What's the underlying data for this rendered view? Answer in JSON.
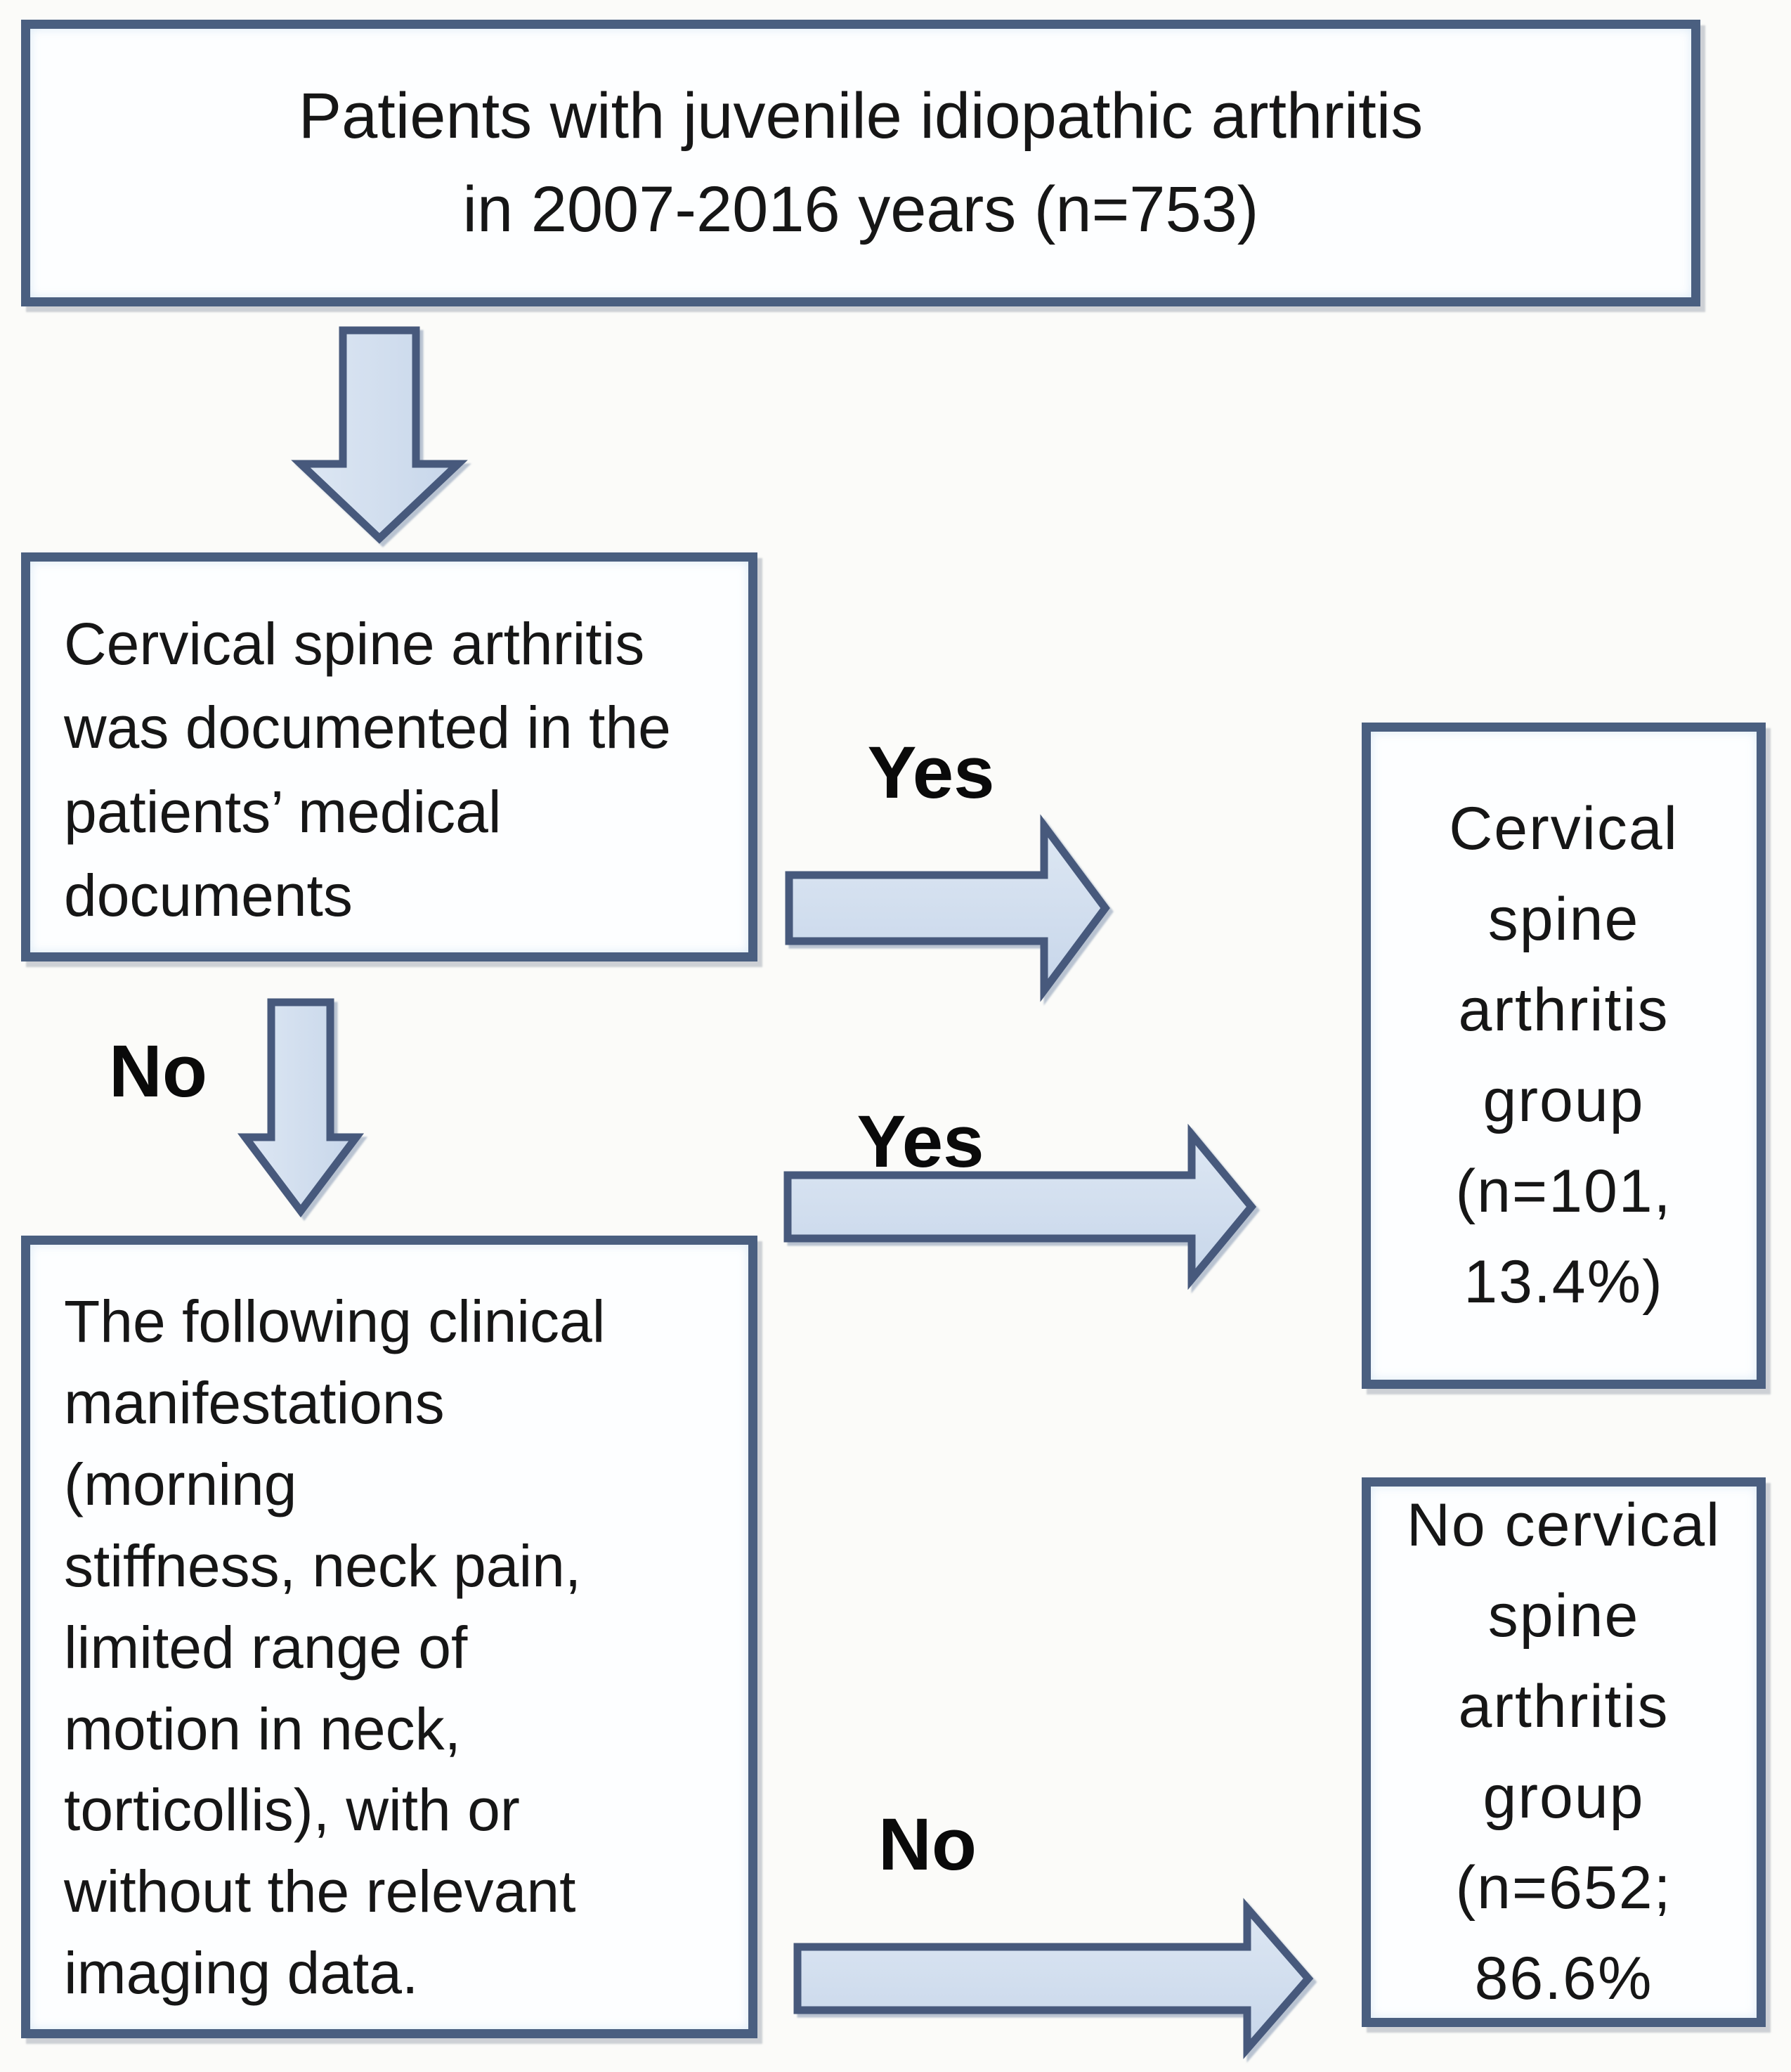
{
  "flowchart": {
    "top_box": {
      "lines": [
        "Patients with juvenile idiopathic arthritis",
        "in 2007-2016 years (n=753)"
      ]
    },
    "documented_box": {
      "lines": [
        "Cervical spine arthritis",
        "was documented in the",
        "patients’ medical",
        "documents"
      ]
    },
    "clinical_box": {
      "lines": [
        "The following clinical",
        "manifestations",
        "(morning",
        "stiffness, neck pain,",
        "limited range of",
        "motion in neck,",
        "torticollis), with or",
        "without the relevant",
        "imaging data."
      ]
    },
    "csa_group_box": {
      "lines": [
        "Cervical",
        "spine",
        "arthritis",
        "group",
        "(n=101,",
        "13.4%)"
      ]
    },
    "no_csa_group_box": {
      "lines": [
        "No cervical",
        "spine",
        "arthritis",
        "group",
        "(n=652;",
        "86.6%"
      ]
    },
    "branch_labels": {
      "documented_yes": "Yes",
      "documented_no": "No",
      "clinical_yes": "Yes",
      "clinical_no": "No"
    }
  },
  "icons": {
    "down_arrow": "block-arrow-down",
    "right_arrow": "block-arrow-right"
  },
  "colors": {
    "background": "#fbfbf9",
    "box_border": "#4a5f80",
    "box_fill": "#fdfeff",
    "arrow_stroke": "#47597c",
    "arrow_fill": "#c7d6ea",
    "arrow_fill_light": "#dde7f3",
    "text": "#161616",
    "label_text": "#0a0a0a"
  }
}
